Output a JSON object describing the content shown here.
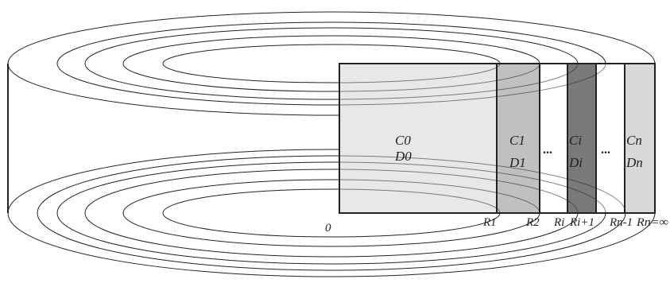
{
  "diagram": {
    "origin_label": "0",
    "regions": [
      {
        "c": "C0",
        "d": "D0",
        "color": "#e8e8e8"
      },
      {
        "c": "C1",
        "d": "D1",
        "color": "#c0c0c0"
      },
      {
        "c": "Ci",
        "d": "Di",
        "color": "#7a7a7a"
      },
      {
        "c": "Cn",
        "d": "Dn",
        "color": "#d8d8d8"
      }
    ],
    "ellipsis": "...",
    "radius_labels": [
      "R1",
      "R2",
      "Ri",
      "Ri+1",
      "Rn-1",
      "Rn=∞"
    ]
  }
}
